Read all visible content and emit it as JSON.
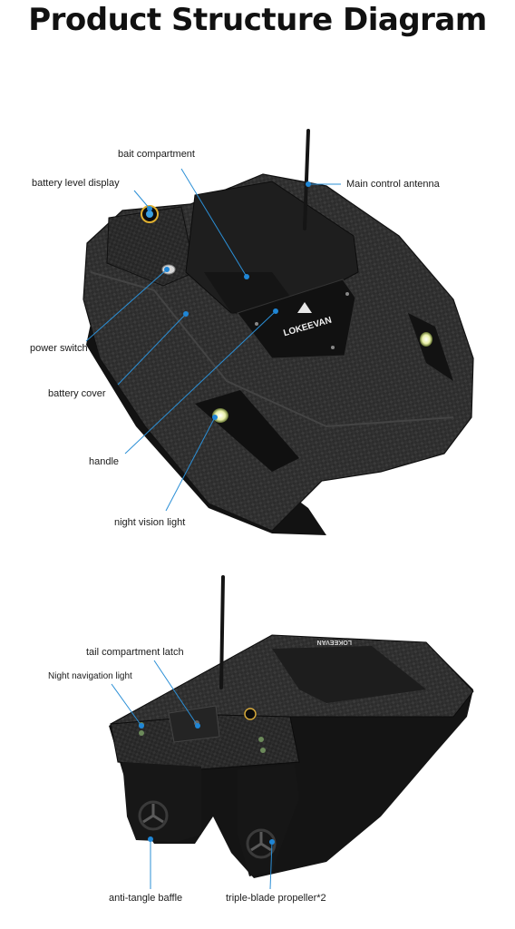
{
  "title": "Product Structure Diagram",
  "colors": {
    "leader": "#2b8fd6",
    "dot": "#1f86d6",
    "hull": "#2a2a2a",
    "hull_dark": "#161616",
    "light": "#e9f0a8"
  },
  "top_view": {
    "brand": "LOKEEVAN",
    "labels": {
      "bait_compartment": "bait compartment",
      "battery_level_display": "battery level display",
      "main_control_antenna": "Main control antenna",
      "power_switch": "power switch",
      "battery_cover": "battery cover",
      "handle": "handle",
      "night_vision_light": "night vision light"
    }
  },
  "rear_view": {
    "brand": "LOKEEVAN",
    "labels": {
      "tail_compartment_latch": "tail compartment latch",
      "night_navigation_light": "Night navigation light",
      "anti_tangle_baffle": "anti-tangle baffle",
      "triple_blade_propeller": "triple-blade propeller*2"
    }
  }
}
